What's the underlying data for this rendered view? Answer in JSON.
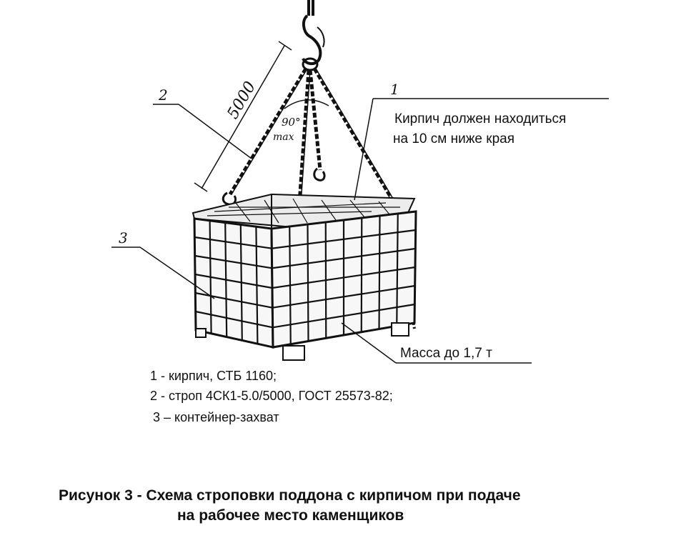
{
  "diagram": {
    "callouts": {
      "one": "1",
      "two": "2",
      "three": "3"
    },
    "dimension": "5000",
    "angle": {
      "value": "90°",
      "qualifier": "max"
    },
    "note_line1": "Кирпич должен находиться",
    "note_line2": "на 10 см ниже края",
    "mass": "Масса до 1,7 т"
  },
  "legend": [
    "1 - кирпич, СТБ 1160;",
    "2 - строп 4СК1-5.0/5000, ГОСТ 25573-82;",
    "3 – контейнер-захват"
  ],
  "caption": {
    "line1": "Рисунок 3 - Схема строповки поддона с кирпичом при подаче",
    "line2": "на рабочее место каменщиков"
  }
}
